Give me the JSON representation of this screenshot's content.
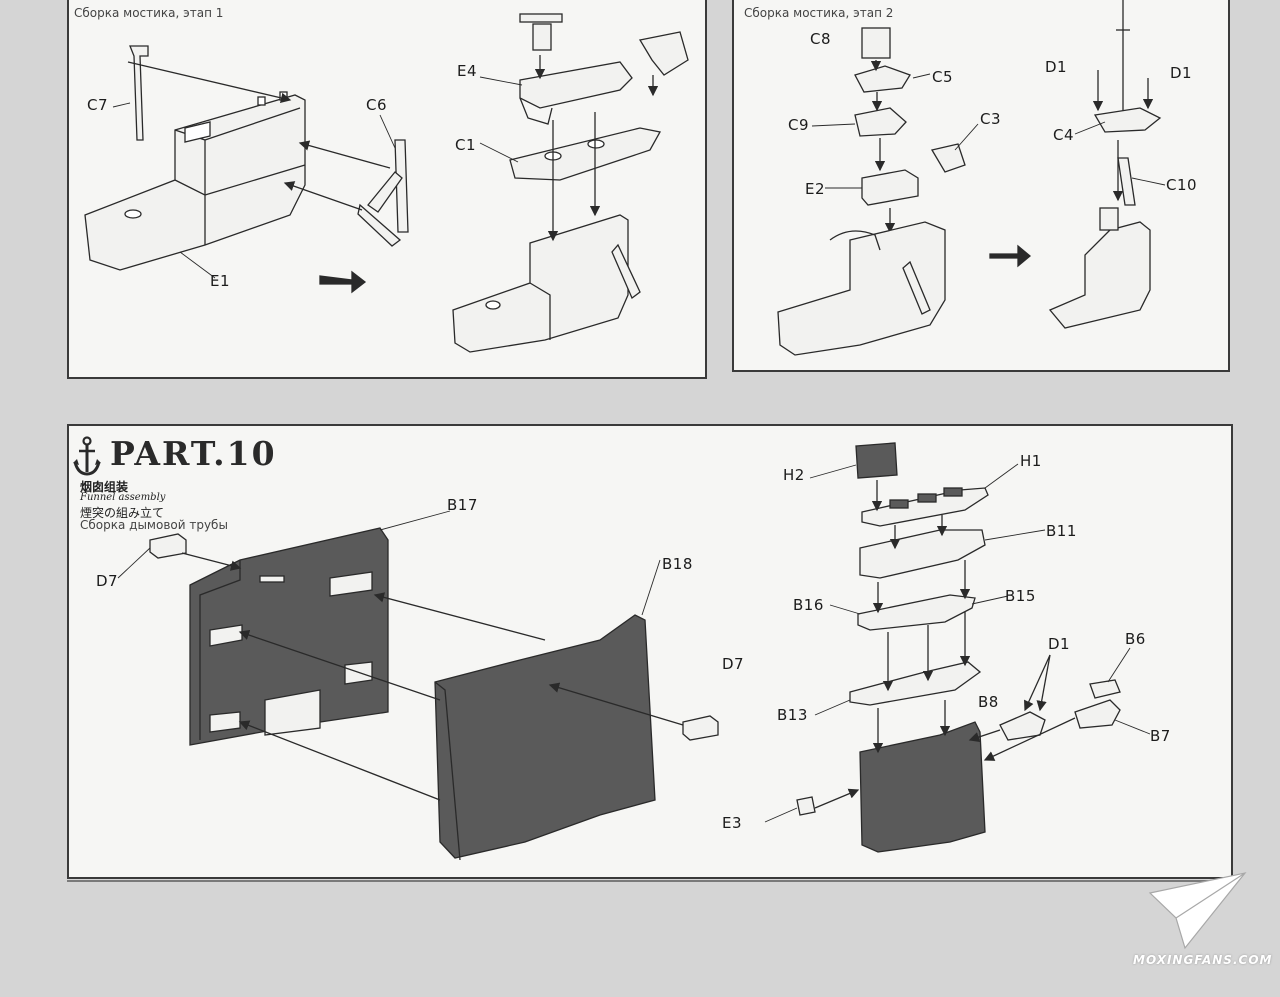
{
  "panels": {
    "bridge_stage_1": {
      "title": "Сборка мостика, этап 1"
    },
    "bridge_stage_2": {
      "title": "Сборка мостика, этап 2"
    },
    "funnel": {
      "part_title": "PART.10",
      "subtitle_zh": "烟囱组装",
      "subtitle_en": "Funnel assembly",
      "subtitle_ja": "煙突の組み立て",
      "subtitle_ru": "Сборка дымовой трубы"
    }
  },
  "labels": {
    "C7": "C7",
    "C6": "C6",
    "E1": "E1",
    "E4": "E4",
    "C1": "C1",
    "C8": "C8",
    "C5": "C5",
    "C9": "C9",
    "C3": "C3",
    "E2": "E2",
    "D1a": "D1",
    "D1b": "D1",
    "C4": "C4",
    "C10": "C10",
    "H2": "H2",
    "H1": "H1",
    "B17": "B17",
    "B18": "B18",
    "D7a": "D7",
    "D7b": "D7",
    "B11": "B11",
    "B16": "B16",
    "B15": "B15",
    "D1c": "D1",
    "B6": "B6",
    "B8": "B8",
    "B13": "B13",
    "B7": "B7",
    "E3": "E3"
  },
  "watermark": {
    "text": "MOXINGFANS.COM"
  },
  "colors": {
    "background": "#d5d5d5",
    "panel": "#f6f6f4",
    "part_fill": "#555555",
    "line": "#2a2a2a"
  }
}
